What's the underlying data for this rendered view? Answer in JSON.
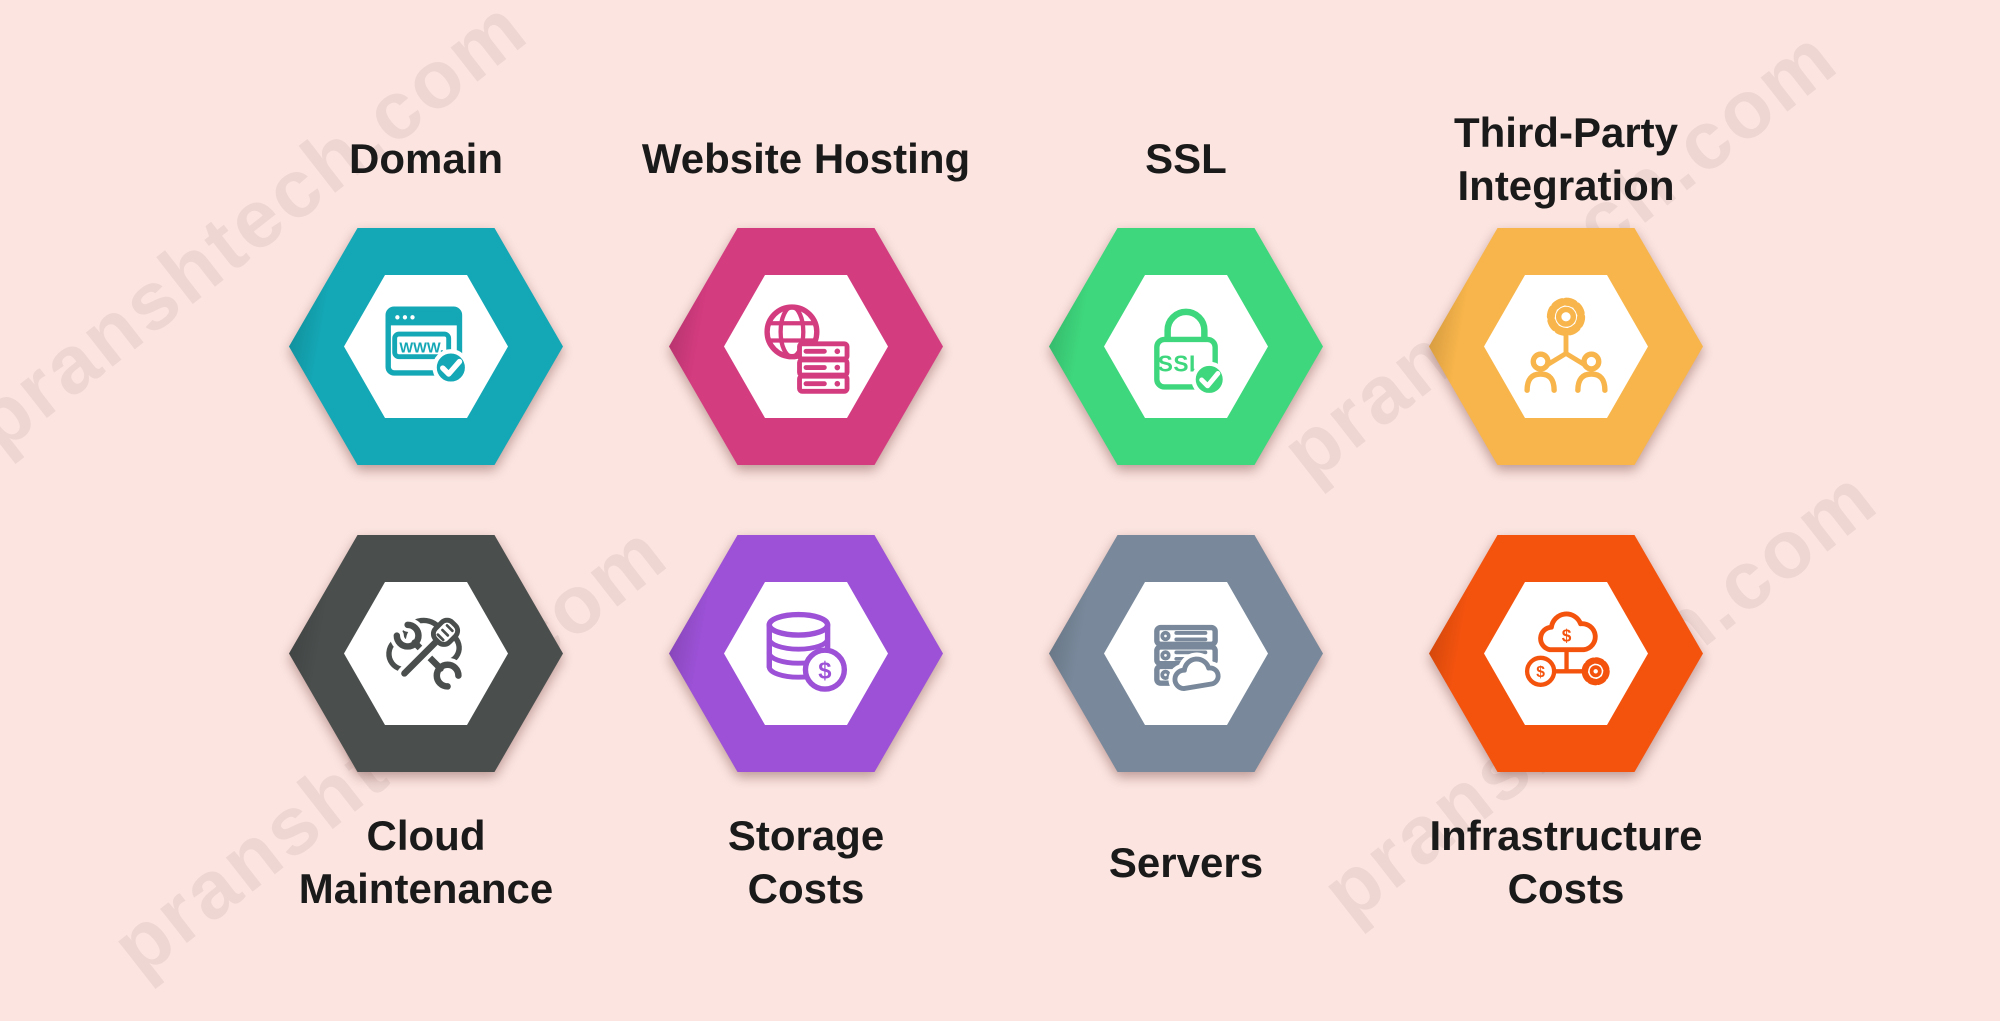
{
  "watermark": {
    "text": "pranshtech.com"
  },
  "items": [
    {
      "label": "Domain",
      "color": "#14a7b5",
      "icon": "browser-www-check"
    },
    {
      "label": "Website Hosting",
      "color": "#d43c80",
      "icon": "globe-servers"
    },
    {
      "label": "SSL",
      "color": "#3ed77d",
      "icon": "ssl-padlock-check"
    },
    {
      "label": "Third-Party\nIntegration",
      "color": "#f8b54b",
      "icon": "gear-people"
    },
    {
      "label": "Cloud\nMaintenance",
      "color": "#4a4f4e",
      "icon": "cloud-tools"
    },
    {
      "label": "Storage\nCosts",
      "color": "#9c51d6",
      "icon": "coin-stack-dollar"
    },
    {
      "label": "Servers",
      "color": "#79899b",
      "icon": "server-rack-cloud"
    },
    {
      "label": "Infrastructure\nCosts",
      "color": "#f4530e",
      "icon": "cloud-cost-gear"
    }
  ],
  "icon_texts": {
    "www": "WWW.",
    "ssl": "SSL",
    "dollar": "$"
  }
}
